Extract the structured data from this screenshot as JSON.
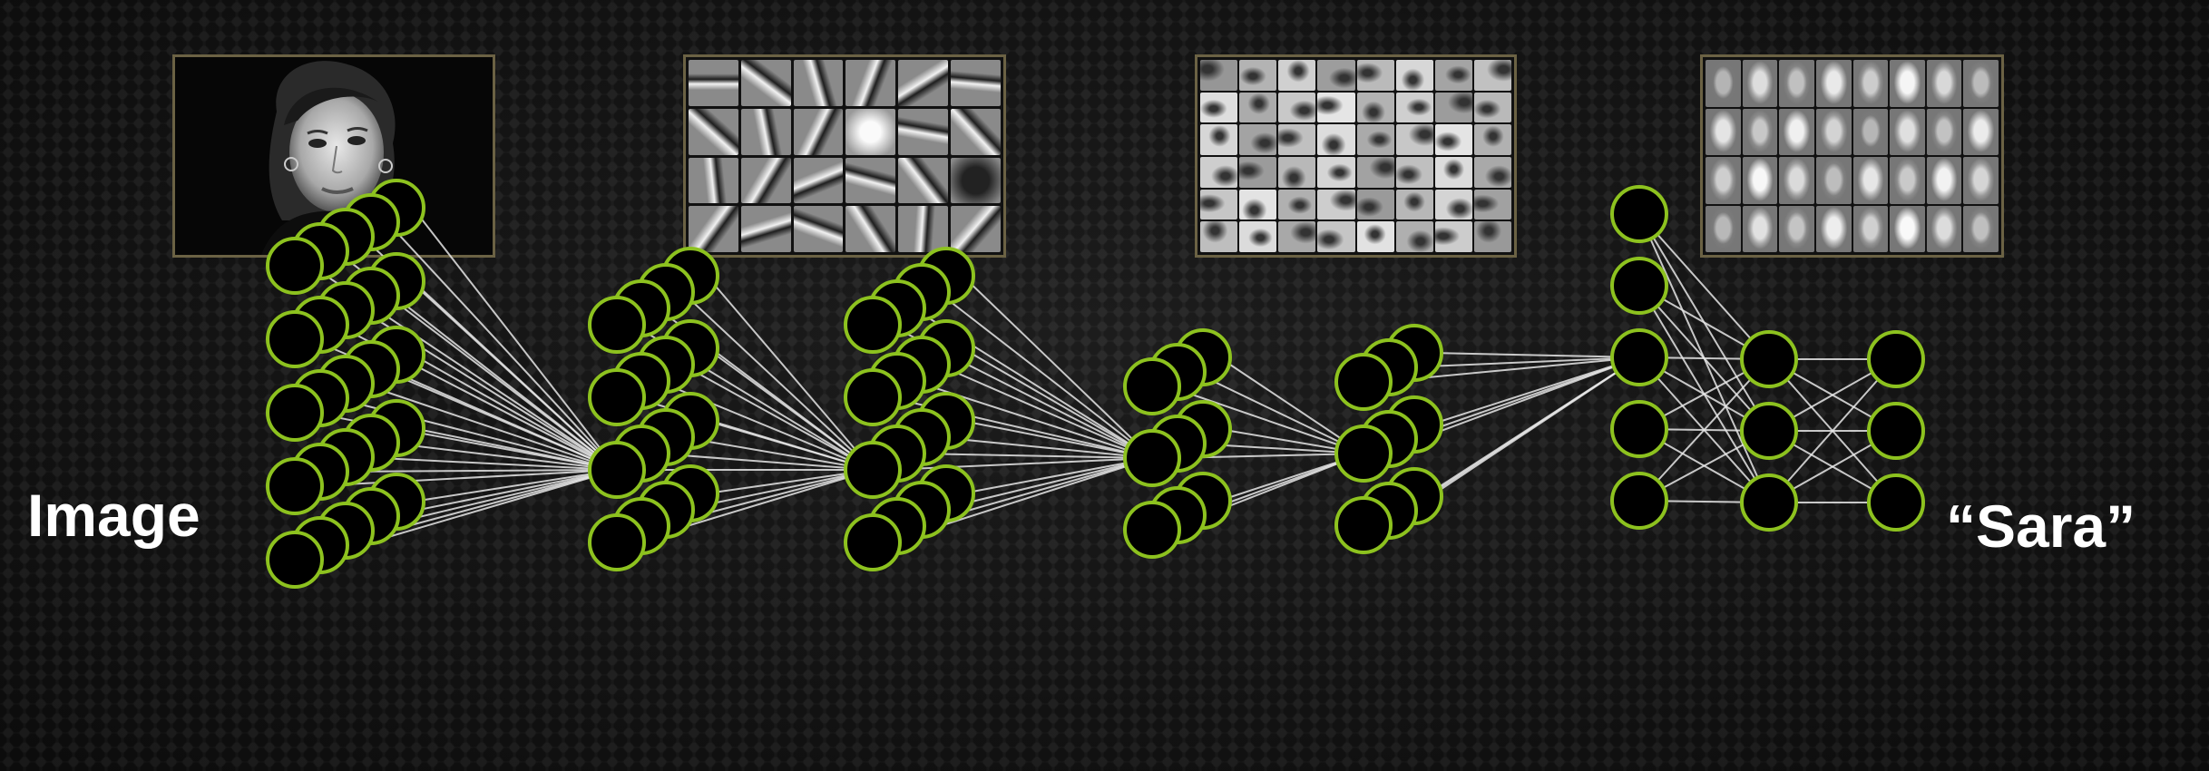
{
  "labels": {
    "input": "Image",
    "output": "“Sara”"
  },
  "colors": {
    "node_stroke": "#8dc21f",
    "node_fill": "#000000",
    "connection": "#e6e6e6",
    "label_text": "#ffffff",
    "panel_border": "#6b6244"
  },
  "feature_panels": [
    {
      "name": "input-face-photo"
    },
    {
      "name": "edge-features"
    },
    {
      "name": "facial-part-features"
    },
    {
      "name": "face-features"
    }
  ],
  "network": {
    "layers": [
      {
        "columns": 5,
        "nodes_per_column": 5
      },
      {
        "columns": 4,
        "nodes_per_column": 4
      },
      {
        "columns": 4,
        "nodes_per_column": 4
      },
      {
        "columns": 3,
        "nodes_per_column": 3
      },
      {
        "columns": 3,
        "nodes_per_column": 3
      },
      {
        "columns": 1,
        "nodes_per_column": 5
      },
      {
        "columns": 1,
        "nodes_per_column": 3
      },
      {
        "columns": 1,
        "nodes_per_column": 3
      }
    ]
  }
}
